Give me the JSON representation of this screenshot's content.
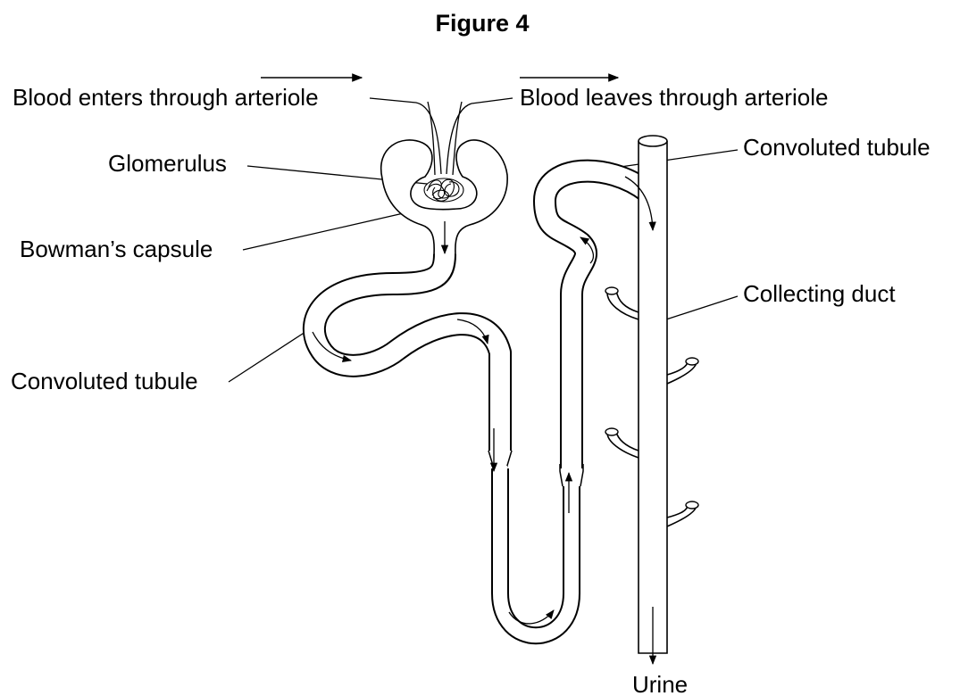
{
  "figure": {
    "title": "Figure 4"
  },
  "labels": {
    "blood_enters": "Blood enters through arteriole",
    "blood_leaves": "Blood leaves through arteriole",
    "glomerulus": "Glomerulus",
    "bowmans_capsule": "Bowman’s capsule",
    "convoluted_tubule_left": "Convoluted tubule",
    "convoluted_tubule_right": "Convoluted tubule",
    "collecting_duct": "Collecting duct",
    "urine": "Urine"
  },
  "colors": {
    "stroke": "#000000",
    "background": "#ffffff"
  }
}
